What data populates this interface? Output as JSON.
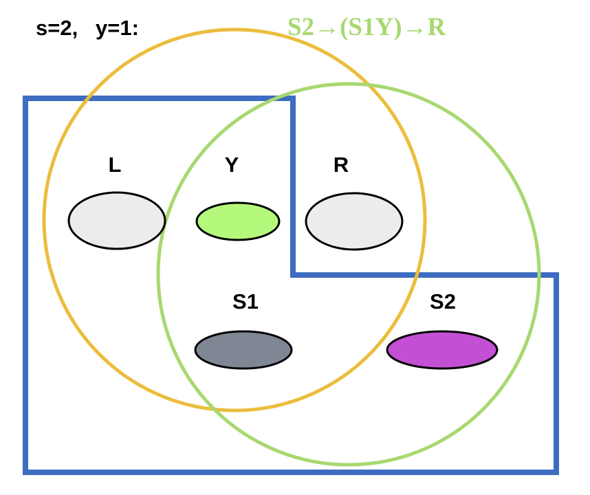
{
  "header": {
    "params_label": "s=2,   y=1:",
    "sequence_label": "S2→(S1Y)→R"
  },
  "regions": {
    "L": "L",
    "Y": "Y",
    "R": "R",
    "S1": "S1",
    "S2": "S2"
  },
  "colors": {
    "blue_boundary": "#3d6cc0",
    "orange_circle": "#ebbd3d",
    "green_circle": "#a8d870",
    "sequence_text": "#a8d870",
    "node_L": "#ececec",
    "node_Y": "#b4f87c",
    "node_R": "#ececec",
    "node_S1": "#7f8694",
    "node_S2": "#c350d4",
    "node_stroke": "#000000"
  }
}
